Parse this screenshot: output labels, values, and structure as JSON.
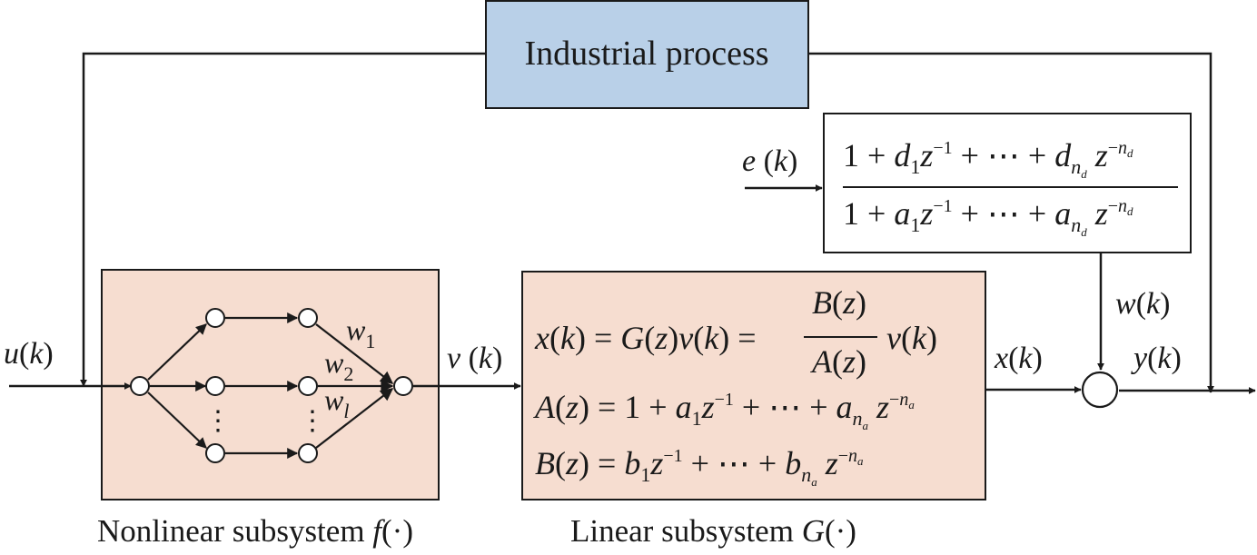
{
  "process_box": {
    "label": "Industrial process",
    "fill": "#b9d0e8"
  },
  "subsystem_fill": "#f6ddd0",
  "signals": {
    "u": "u(k)",
    "v": "v (k)",
    "x": "x(k)",
    "e": "e (k)",
    "w": "w(k)",
    "y": "y(k)"
  },
  "nonlinear": {
    "caption": "Nonlinear subsystem f(·)",
    "weights": [
      "w1",
      "w2",
      "wl"
    ],
    "dots": "⋮"
  },
  "linear": {
    "caption": "Linear subsystem G(·)",
    "eq1": "x(k) = G(z)v(k) = B(z)/A(z) v(k)",
    "eq2": "A(z) = 1 + a1z^-1 + ⋯ + a_na z^-na",
    "eq3": "B(z) = b1z^-1 + ⋯ + b_na z^-na"
  },
  "noise_filter": {
    "numerator": "1 + d1z^-1 + ⋯ + d_nd z^-nd",
    "denominator": "1 + a1z^-1 + ⋯ + a_nd z^-nd"
  }
}
